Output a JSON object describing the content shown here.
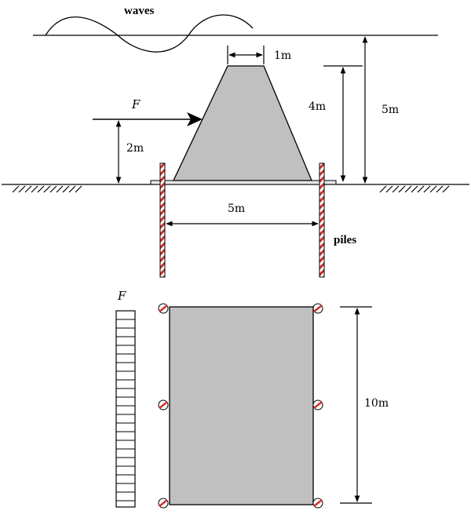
{
  "labels": {
    "waves": "waves",
    "top_width": "1m",
    "height_4m": "4m",
    "height_5m": "5m",
    "force": "F",
    "force_height": "2m",
    "base_width": "5m",
    "piles": "piles",
    "force_plan": "F",
    "length_10m": "10m"
  },
  "colors": {
    "structure_fill": "#c0c0c0",
    "pile_stripe": "#cc3333",
    "line": "#000000"
  }
}
